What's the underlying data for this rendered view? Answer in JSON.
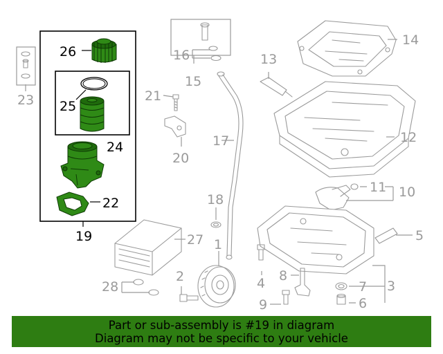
{
  "callouts": {
    "c1": "1",
    "c2": "2",
    "c3": "3",
    "c4": "4",
    "c5": "5",
    "c6": "6",
    "c7": "7",
    "c8": "8",
    "c9": "9",
    "c10": "10",
    "c11": "11",
    "c12": "12",
    "c13": "13",
    "c14": "14",
    "c15": "15",
    "c16": "16",
    "c17": "17",
    "c18": "18",
    "c19": "19",
    "c20": "20",
    "c21": "21",
    "c22": "22",
    "c23": "23",
    "c24": "24",
    "c25": "25",
    "c26": "26",
    "c27": "27",
    "c28": "28"
  },
  "highlight_color": "#2e7d12",
  "banner": {
    "line1": "Part or sub-assembly is #19 in diagram",
    "line2": "Diagram may not be specific to your vehicle"
  }
}
